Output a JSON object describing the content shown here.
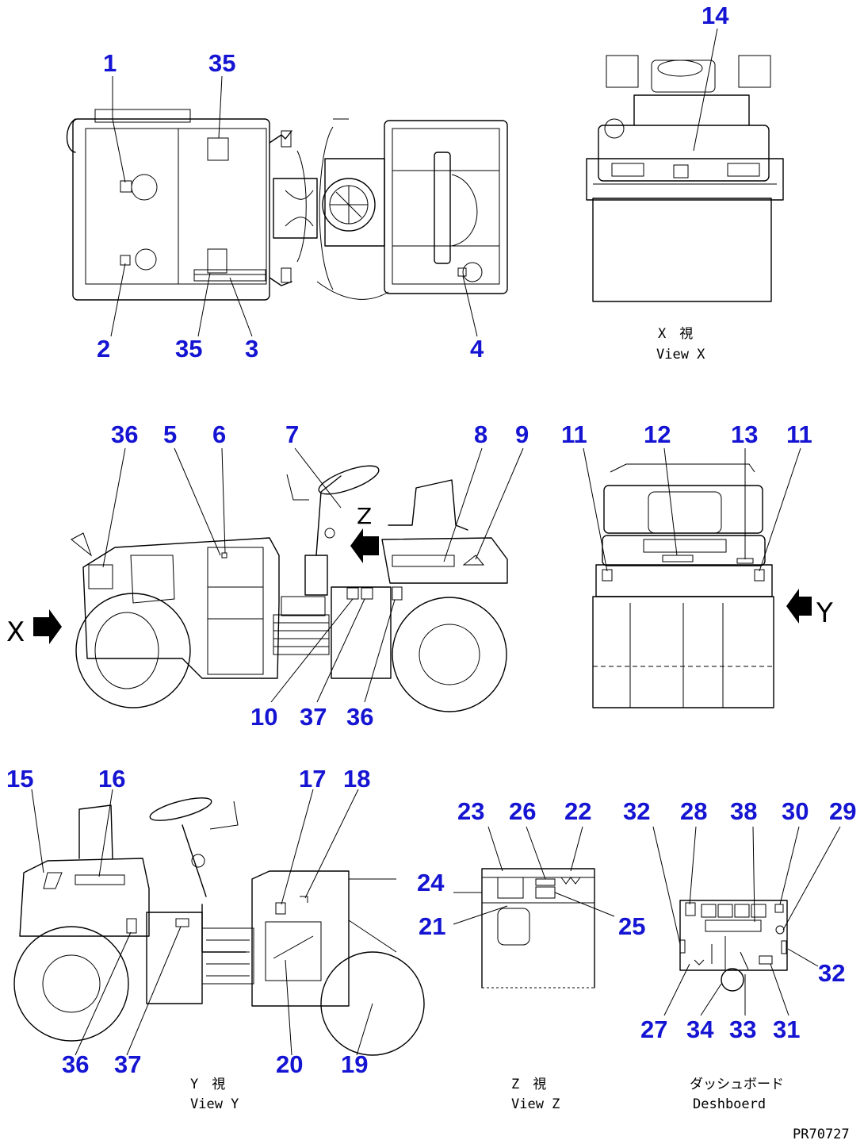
{
  "views": {
    "top": {
      "callouts": {
        "c1": "1",
        "c35a": "35",
        "c2": "2",
        "c35b": "35",
        "c3": "3",
        "c4": "4"
      }
    },
    "view_x": {
      "callouts": {
        "c14": "14"
      },
      "caption_jp": "X　視",
      "caption_en": "View X"
    },
    "side": {
      "callouts": {
        "c36a": "36",
        "c5": "5",
        "c6": "6",
        "c7": "7",
        "c8": "8",
        "c9": "9",
        "c10": "10",
        "c37": "37",
        "c36b": "36"
      },
      "arrow_x": "X",
      "arrow_z": "Z"
    },
    "rear": {
      "callouts": {
        "c11a": "11",
        "c12": "12",
        "c13": "13",
        "c11b": "11"
      },
      "arrow_y": "Y"
    },
    "view_y": {
      "callouts": {
        "c15": "15",
        "c16": "16",
        "c17": "17",
        "c18": "18",
        "c36": "36",
        "c37": "37",
        "c20": "20",
        "c19": "19"
      },
      "caption_jp": "Y　視",
      "caption_en": "View Y"
    },
    "view_z": {
      "callouts": {
        "c23": "23",
        "c26": "26",
        "c22": "22",
        "c24": "24",
        "c21": "21",
        "c25": "25"
      },
      "caption_jp": "Z　視",
      "caption_en": "View Z"
    },
    "dashboard": {
      "callouts": {
        "c32a": "32",
        "c28": "28",
        "c38": "38",
        "c30": "30",
        "c29": "29",
        "c32b": "32",
        "c27": "27",
        "c34": "34",
        "c33": "33",
        "c31": "31"
      },
      "caption_jp": "ダッシュボード",
      "caption_en": "Deshboerd"
    }
  },
  "drawing_code": "PR70727",
  "colors": {
    "callout": "#1414d2",
    "line": "#000000",
    "background": "#ffffff"
  }
}
